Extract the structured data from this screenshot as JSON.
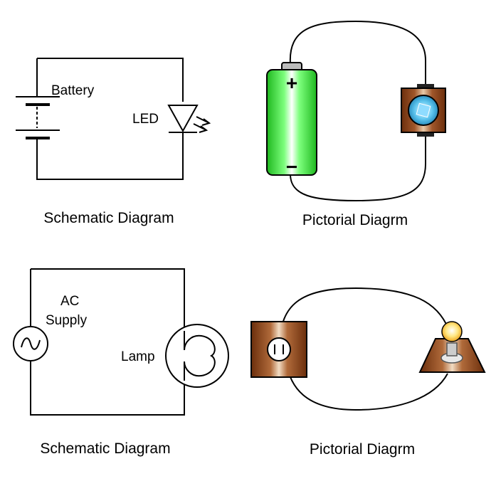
{
  "top_left": {
    "battery_label": "Battery",
    "led_label": "LED",
    "caption": "Schematic Diagram"
  },
  "top_right": {
    "plus_sign": "+",
    "minus_sign": "−",
    "caption": "Pictorial Diagrm"
  },
  "bottom_left": {
    "ac_label_line1": "AC",
    "ac_label_line2": "Supply",
    "lamp_label": "Lamp",
    "caption": "Schematic Diagram"
  },
  "bottom_right": {
    "caption": "Pictorial Diagrm"
  },
  "colors": {
    "battery_green": "#2fd62f",
    "wood_brown": "#7a3a12",
    "led_blue": "#5fc6ef",
    "bulb_yellow": "#ffe680"
  }
}
